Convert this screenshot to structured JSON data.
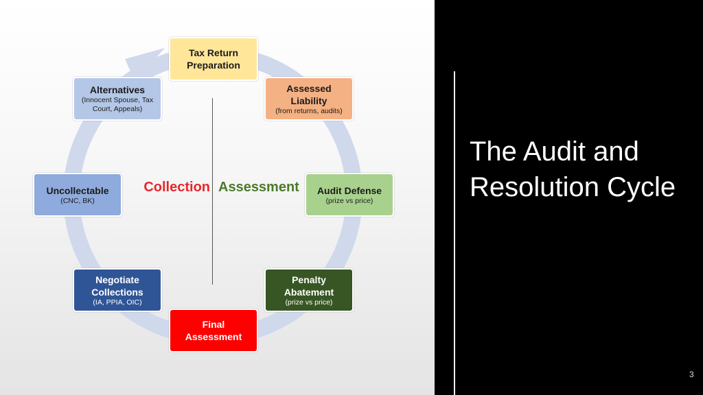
{
  "diagram": {
    "center_labels": {
      "collection": "Collection",
      "assessment": "Assessment"
    },
    "nodes": {
      "tax_return": {
        "title": "Tax Return Preparation",
        "subtitle": ""
      },
      "assessed_liability": {
        "title": "Assessed Liability",
        "subtitle": "(from returns, audits)"
      },
      "audit_defense": {
        "title": "Audit Defense",
        "subtitle": "(prize vs price)"
      },
      "penalty_abatement": {
        "title": "Penalty Abatement",
        "subtitle": "(prize vs price)"
      },
      "final_assessment": {
        "title": "Final Assessment",
        "subtitle": ""
      },
      "negotiate_collections": {
        "title": "Negotiate Collections",
        "subtitle": "(IA, PPIA, OIC)"
      },
      "uncollectable": {
        "title": "Uncollectable",
        "subtitle": "(CNC, BK)"
      },
      "alternatives": {
        "title": "Alternatives",
        "subtitle": "(Innocent Spouse, Tax Court, Appeals)"
      }
    },
    "colors": {
      "tax_return": "#ffe699",
      "assessed_liability": "#f4b183",
      "audit_defense": "#a9d18e",
      "penalty_abatement": "#375623",
      "final_assessment": "#ff0000",
      "negotiate_collections": "#2f5597",
      "uncollectable": "#8faadc",
      "alternatives": "#b4c7e7",
      "ring": "#d0d8ec",
      "collection_text": "#e8262d",
      "assessment_text": "#4a7a2b"
    }
  },
  "slide": {
    "title": "The Audit and Resolution Cycle",
    "page_number": "3"
  }
}
